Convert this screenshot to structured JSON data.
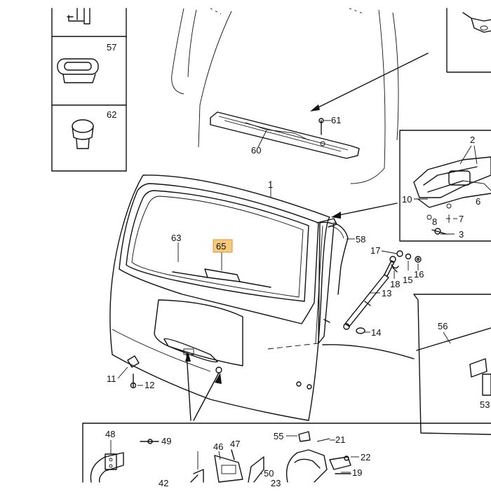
{
  "diagram": {
    "part_numbers": {
      "p57": "57",
      "p62": "62",
      "p61": "61",
      "p60": "60",
      "p1": "1",
      "p2": "2",
      "p10": "10",
      "p7": "7",
      "p8": "8",
      "p3": "3",
      "p6": "6",
      "p58": "58",
      "p63": "63",
      "p65": "65",
      "p17": "17",
      "p18": "18",
      "p15": "15",
      "p16": "16",
      "p13": "13",
      "p14": "14",
      "p56": "56",
      "p11": "11",
      "p12": "12",
      "p53": "53",
      "p48": "48",
      "p49": "49",
      "p46": "46",
      "p47": "47",
      "p55": "55",
      "p21": "21",
      "p22": "22",
      "p50": "50",
      "p19": "19",
      "p42": "42",
      "p23": "23"
    },
    "highlighted_part": "65",
    "highlight_color": "#f6c97d"
  }
}
